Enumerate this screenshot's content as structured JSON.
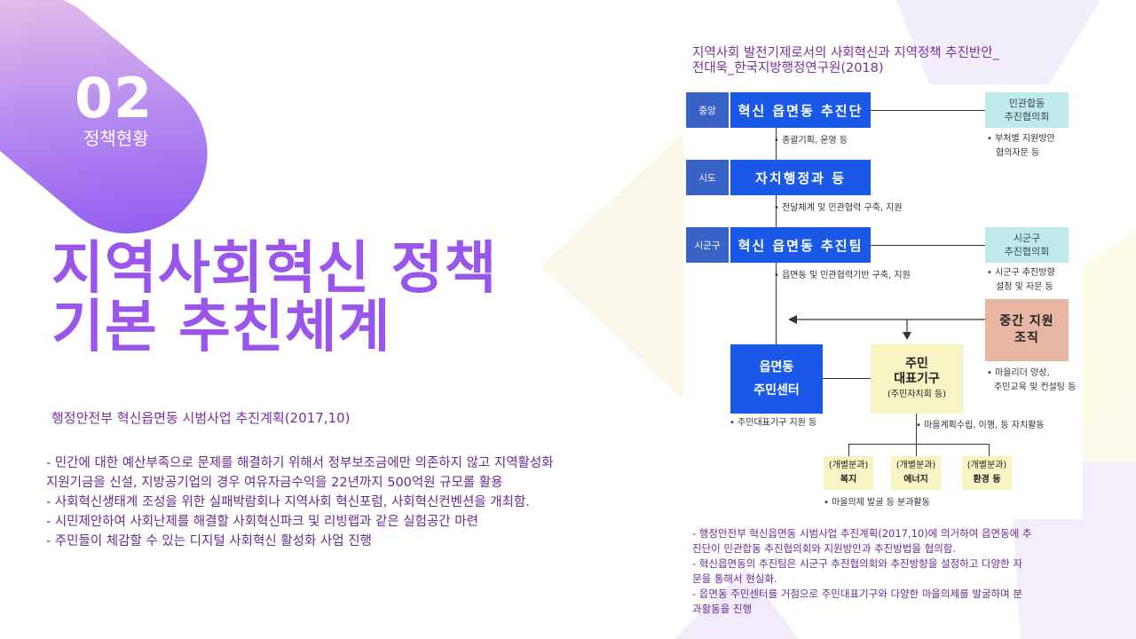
{
  "section": {
    "number": "02",
    "subtitle": "정책현황"
  },
  "title": {
    "line1": "지역사회혁신 정책",
    "line2": "기본 추친체계"
  },
  "subheading": "행정안전부 혁신읍면동 시범사업 추진계획(2017,10)",
  "bullets": [
    "- 민간에 대한 예산부족으로 문제를 해결하기 위해서 정부보조금에만 의존하지 않고 지역활성화",
    "지원기금을 신설, 지방공기업의 경우 여유자금수익을 22년까지 500억원 규모롤 활용",
    "- 사회혁신생태계 조성을 위한 실패박람회나 지역사회 혁신포럼, 사회혁신컨벤션을 개최함.",
    "- 시민제안하여 사회난제를 해결할 사회혁신파크 및 리빙랩과 같은 실험공간 마련",
    "- 주민들이 체감할 수 있는 디지털 사회혁신 활성화 사업 진행"
  ],
  "source": {
    "line1": "지역사회 발전기제로서의 사회혁신과 지역정책 추진반안_",
    "line2": "전대욱_한국지방행정연구원(2018)"
  },
  "diagram": {
    "levels": [
      {
        "tag": "중앙",
        "box": "혁신 읍면동 추진단"
      },
      {
        "tag": "시도",
        "box": "자치행정과 등"
      },
      {
        "tag": "시군구",
        "box": "혁신 읍면동 추진팀"
      }
    ],
    "councils": [
      {
        "line1": "민관합동",
        "line2": "추진협의회"
      },
      {
        "line1": "시군구",
        "line2": "추진협의회"
      }
    ],
    "notes": {
      "n1": "• 종괄기획, 운영 등",
      "n2": "• 전달체계 및 민관협력 구축, 지원",
      "n3": "• 읍면동 및 민관협력기반 구축, 지원",
      "c1a": "• 부처별 지원방안",
      "c1b": "협의자문 등",
      "c2a": "• 시군구 추진방향",
      "c2b": "설정 및 자문 등",
      "mid_a": "• 마을리더 양성,",
      "mid_b": "주민교육 및 컨설팅 등",
      "center": "• 주민대표기구 지원 등",
      "rep": "• 마을계획수립, 이행, 등 자치활동",
      "bottom": "• 마을의제 발굴 등 분과활동"
    },
    "middle_org": {
      "line1": "중간 지원",
      "line2": "조직"
    },
    "center": {
      "line1": "읍면동",
      "line2": "주민센터"
    },
    "rep_body": {
      "line1": "주민",
      "line2": "대표기구",
      "line3": "(주민자치회 등)"
    },
    "subcommittees": [
      {
        "label": "(개별분과)",
        "name": "복지"
      },
      {
        "label": "(개별분과)",
        "name": "에너지"
      },
      {
        "label": "(개별분과)",
        "name": "환경 등"
      }
    ]
  },
  "bottom_notes": [
    "- 행정안전부 혁신읍면동 시범사업 추진계획(2017,10)에 의거하여 읍면동에 추",
    "진단이 민관합동 추진협의회와 지원방안과 추진방법을 협의함.",
    "- 혁신읍면동의 추진팀은 시군구 추진협의회와 추진방향을 설정하고 다양한 자",
    "문을 통해서 현실화.",
    "- 읍면동 주민센터를 거점으로 주민대표기구와 다양한 마을의제를 발굴하며 분",
    "과활동을 진행"
  ],
  "colors": {
    "accent": "#9a55ea",
    "text_purple": "#6a2a92",
    "box_blue": "#1a58e8",
    "council_cyan": "#bfe9eb",
    "middle_salmon": "#e7b7a3",
    "rep_cream": "#f7f3c3"
  }
}
